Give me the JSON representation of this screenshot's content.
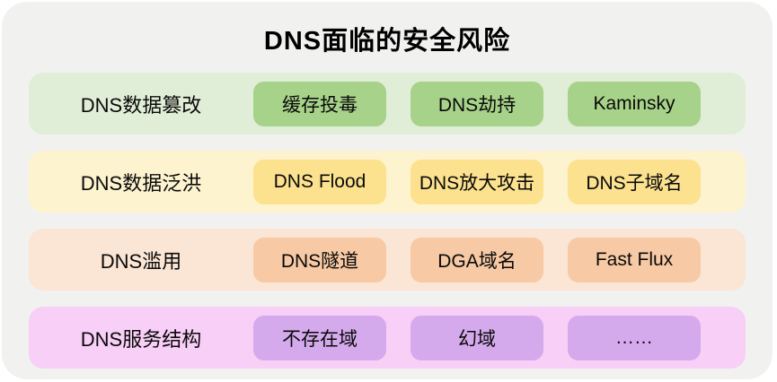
{
  "title": "DNS面临的安全风险",
  "colors": {
    "page_bg": "#ffffff",
    "panel_bg": "#f1f2f0",
    "text": "#0a0a0a"
  },
  "rows": [
    {
      "label": "DNS数据篡改",
      "row_bg": "#e1eed7",
      "item_bg": "#a7d289",
      "items": [
        "缓存投毒",
        "DNS劫持",
        "Kaminsky"
      ]
    },
    {
      "label": "DNS数据泛洪",
      "row_bg": "#fdf3cf",
      "item_bg": "#fce18f",
      "items": [
        "DNS Flood",
        "DNS放大攻击",
        "DNS子域名"
      ]
    },
    {
      "label": "DNS滥用",
      "row_bg": "#fbe5d4",
      "item_bg": "#f7c9a4",
      "items": [
        "DNS隧道",
        "DGA域名",
        "Fast Flux"
      ]
    },
    {
      "label": "DNS服务结构",
      "row_bg": "#f8cff6",
      "item_bg": "#d5aaed",
      "items": [
        "不存在域",
        "幻域",
        "……"
      ]
    }
  ]
}
